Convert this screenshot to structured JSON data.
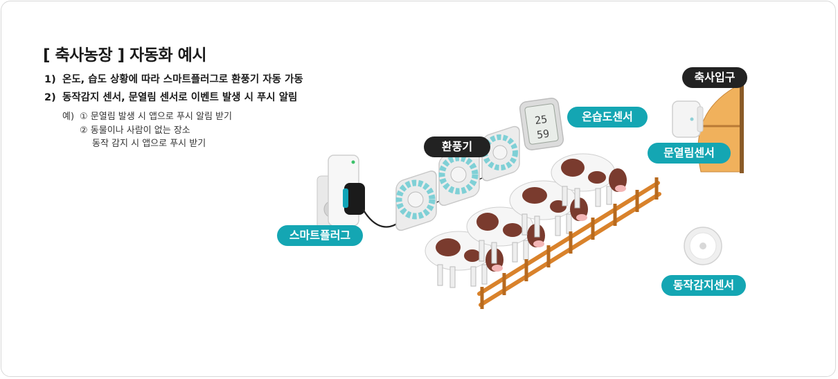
{
  "title": "[ 축사농장 ] 자동화 예시",
  "items": [
    {
      "num": "1)",
      "text": "온도, 습도 상황에 따라 스마트플러그로 환풍기 자동 가동"
    },
    {
      "num": "2)",
      "text": "동작감지 센서, 문열림 센서로 이벤트 발생 시 푸시 알림"
    }
  ],
  "example": {
    "prefix": "예)",
    "line1": "① 문열림 발생 시 앱으로 푸시 알림 받기",
    "line2": "② 동물이나 사람이 없는 장소",
    "line3": "동작 감지 시 앱으로 푸시 받기"
  },
  "labels": {
    "smart_plug": "스마트플러그",
    "fan": "환풍기",
    "temp_humidity": "온습도센서",
    "barn_entrance": "축사입구",
    "door_sensor": "문열림센서",
    "motion_sensor": "동작감지센서"
  },
  "sensor_display": {
    "top": "25",
    "bottom": "59"
  },
  "colors": {
    "teal": "#14a6b3",
    "dark": "#222222",
    "wood": "#d9822b",
    "door": "#f0b15c"
  }
}
